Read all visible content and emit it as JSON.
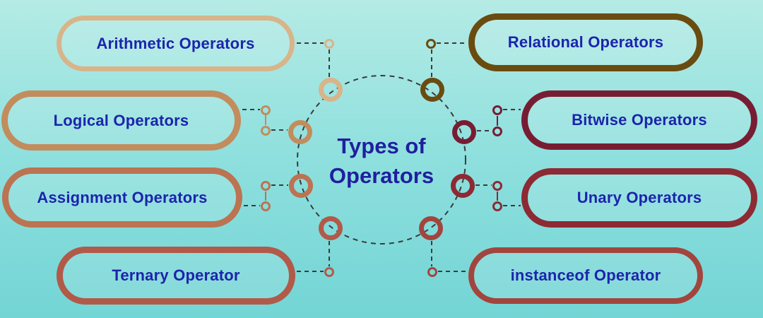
{
  "title": {
    "line1": "Types of",
    "line2": "Operators"
  },
  "items": [
    {
      "id": "arithmetic",
      "label": "Arithmetic Operators",
      "color": "#d8b48b",
      "side": "left"
    },
    {
      "id": "logical",
      "label": "Logical Operators",
      "color": "#c28c5d",
      "side": "left"
    },
    {
      "id": "assignment",
      "label": "Assignment Operators",
      "color": "#bb7351",
      "side": "left"
    },
    {
      "id": "ternary",
      "label": "Ternary Operator",
      "color": "#b15a49",
      "side": "left"
    },
    {
      "id": "relational",
      "label": "Relational Operators",
      "color": "#6a4c10",
      "side": "right"
    },
    {
      "id": "bitwise",
      "label": "Bitwise Operators",
      "color": "#771d33",
      "side": "right"
    },
    {
      "id": "unary",
      "label": "Unary Operators",
      "color": "#8d2a33",
      "side": "right"
    },
    {
      "id": "instanceof",
      "label": "instanceof Operator",
      "color": "#a2453e",
      "side": "right"
    }
  ],
  "colors": {
    "background_top": "#b5ebe5",
    "background_bottom": "#73d5d5",
    "connector_dash": "#3b3b3b",
    "title_text": "#201f9e",
    "label_text": "#1c24ad"
  }
}
